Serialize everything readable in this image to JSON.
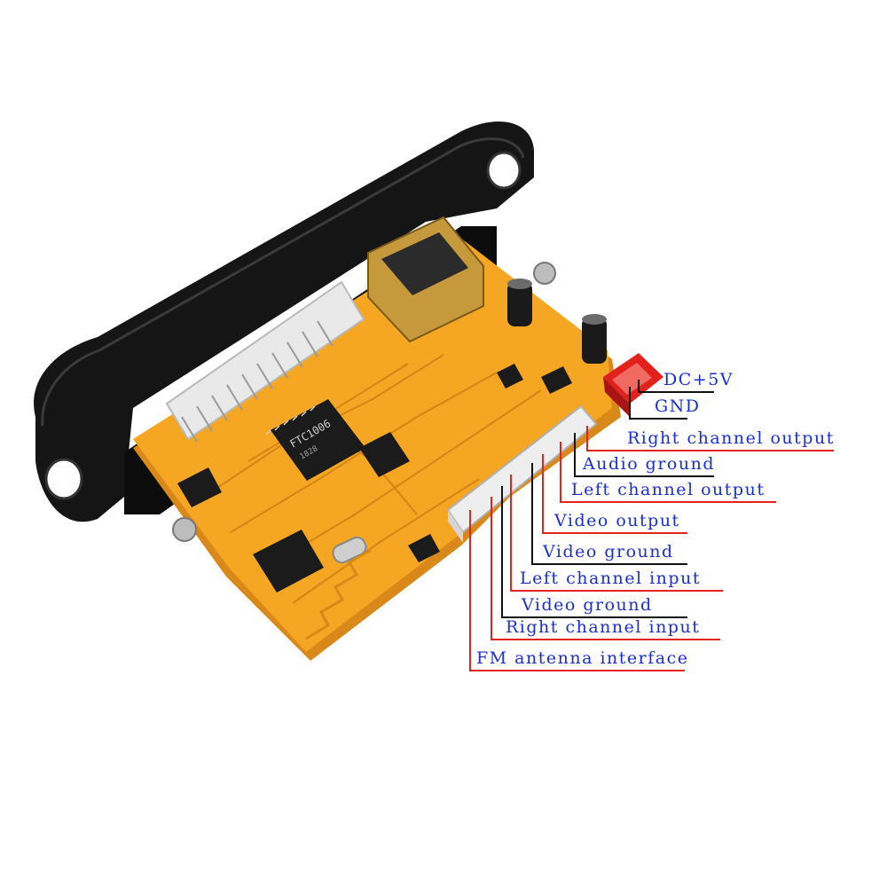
{
  "colors": {
    "board": "#f5a623",
    "board_shadow": "#d9891a",
    "bezel": "#141414",
    "label_blue": "#1a2fd1",
    "leader_red": "#e3241b",
    "leader_black": "#111111"
  },
  "board_marks": {
    "main_chip": "FTC1006",
    "main_chip_sub": "1828"
  },
  "labels": [
    {
      "id": "dc5v",
      "text": "DC+5V",
      "line": "black"
    },
    {
      "id": "gnd",
      "text": "GND",
      "line": "black"
    },
    {
      "id": "right-out",
      "text": "Right channel output",
      "line": "red"
    },
    {
      "id": "audio-gnd",
      "text": "Audio ground",
      "line": "black"
    },
    {
      "id": "left-out",
      "text": "Left channel output",
      "line": "red"
    },
    {
      "id": "video-out",
      "text": "Video output",
      "line": "red"
    },
    {
      "id": "video-gnd-1",
      "text": "Video ground",
      "line": "black"
    },
    {
      "id": "left-in",
      "text": "Left channel input",
      "line": "red"
    },
    {
      "id": "video-gnd-2",
      "text": "Video ground",
      "line": "black"
    },
    {
      "id": "right-in",
      "text": "Right channel input",
      "line": "red"
    },
    {
      "id": "fm-antenna",
      "text": "FM antenna interface",
      "line": "red"
    }
  ]
}
